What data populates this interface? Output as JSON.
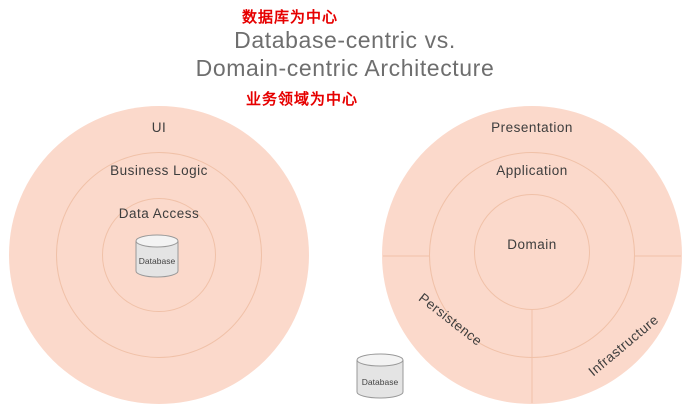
{
  "header": {
    "top_caption": "数据库为中心",
    "title_line1": "Database-centric vs.",
    "title_line2": "Domain-centric Architecture",
    "bottom_caption": "业务领域为中心"
  },
  "left_diagram": {
    "outer_label": "UI",
    "middle_label": "Business Logic",
    "inner_label": "Data Access",
    "database_label": "Database"
  },
  "right_diagram": {
    "outer_label": "Presentation",
    "middle_label": "Application",
    "center_label": "Domain",
    "sector_left_label": "Persistence",
    "sector_right_label": "Infrastructure",
    "database_label": "Database"
  },
  "colors": {
    "circle_fill": "#fbd9cb",
    "ring_border": "#f0c1a8",
    "title_text": "#6e6e6e",
    "label_text": "#3d3d3d",
    "caption_text": "#e60000",
    "cylinder_fill": "#e4e4e4",
    "cylinder_top": "#f3f3f3",
    "cylinder_stroke": "#999999"
  }
}
